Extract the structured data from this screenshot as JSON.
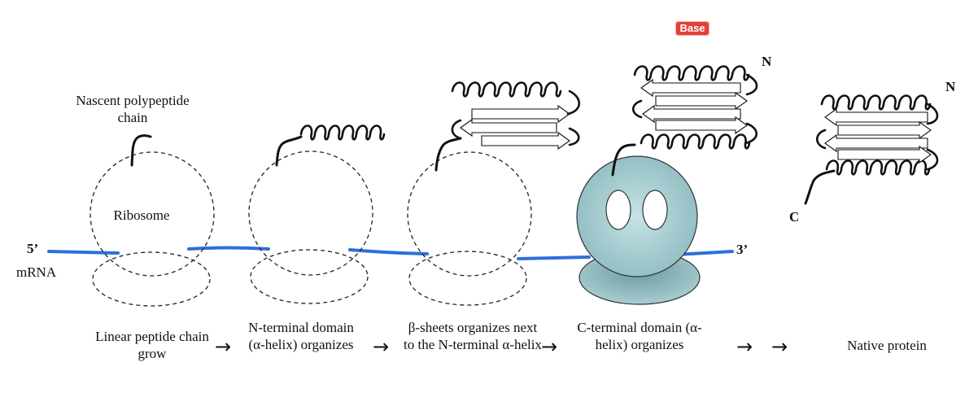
{
  "badge": {
    "label": "Base"
  },
  "labels": {
    "nascent": "Nascent polypeptide chain",
    "ribosome": "Ribosome",
    "five_prime": "5’",
    "mrna": "mRNA",
    "three_prime": "3’",
    "n_term": "N",
    "c_term": "C"
  },
  "steps": [
    {
      "text": "Linear peptide chain grow"
    },
    {
      "text": "N-terminal domain (α-helix) organizes"
    },
    {
      "text": "β-sheets organizes next to the N-terminal α-helix"
    },
    {
      "text": "C-terminal domain (α-helix) organizes"
    },
    {
      "text": "Native protein"
    }
  ],
  "arrows": [
    "→",
    "→",
    "→",
    "→",
    "→"
  ],
  "colors": {
    "mrna": "#2e6fd8",
    "ribosome_fill": "#a9cfd3",
    "badge": "#e0413a"
  }
}
